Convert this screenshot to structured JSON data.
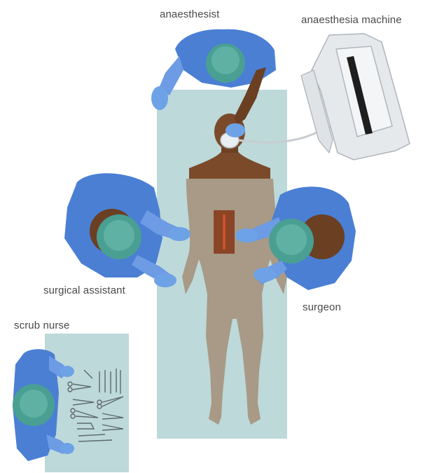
{
  "labels": {
    "anaesthesist": "anaesthesist",
    "anaesthesia_machine": "anaesthesia machine",
    "surgical_assistant": "surgical assistant",
    "surgeon": "surgeon",
    "scrub_nurse": "scrub nurse"
  },
  "colors": {
    "table": "#bdd9da",
    "gown": "#4a7fd4",
    "gown_light": "#6d9be4",
    "cap": "#4a9f93",
    "glove": "#6ea2e6",
    "skin": "#7a4a2a",
    "body_drape": "#a89a86",
    "incision_panel": "#8a4426",
    "incision": "#e0542b",
    "machine_frame": "#e0e3e6",
    "machine_screen": "#1e1e1e",
    "label_text": "#4a4a4a"
  }
}
